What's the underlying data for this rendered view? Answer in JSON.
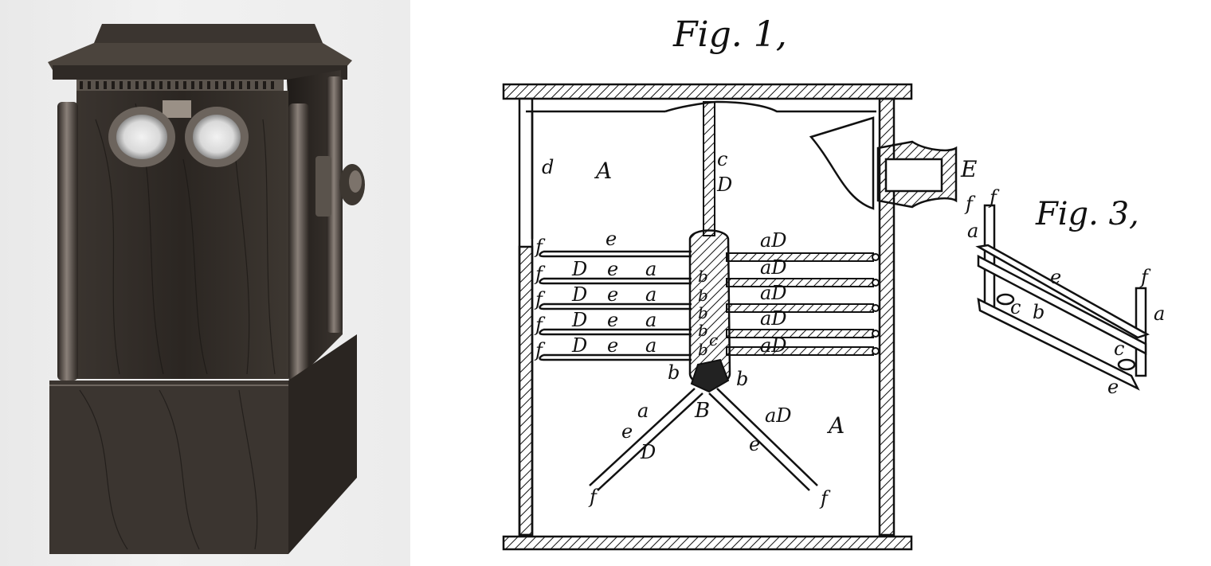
{
  "fig1_caption": "Fig. 1,",
  "fig3_caption": "Fig. 3,",
  "fig1_labels": {
    "d": "d",
    "A_left": "A",
    "c_top": "c",
    "D_top": "D",
    "E": "E",
    "f_E": "f",
    "row1_f": "f",
    "row1_e": "e",
    "row2_f": "f",
    "row2_D": "D",
    "row2_e": "e",
    "row2_a": "a",
    "row3_f": "f",
    "row3_D": "D",
    "row3_e": "e",
    "row3_a": "a",
    "row4_f": "f",
    "row4_D": "D",
    "row4_e": "e",
    "row4_a": "a",
    "row5_f": "f",
    "row5_D": "D",
    "row5_e": "e",
    "row5_a": "a",
    "r1": "aD",
    "r2": "aD",
    "r3": "aD",
    "r4": "aD",
    "r5": "aD",
    "b1": "b",
    "b2": "b",
    "b3": "b",
    "b4": "b",
    "b5": "b",
    "c_mid": "c",
    "bb_left": "b",
    "bb_right": "b",
    "B": "B",
    "ld_a": "a",
    "ld_e": "e",
    "ld_D": "D",
    "ld_f": "f",
    "rd_a": "aD",
    "rd_A": "A",
    "rd_e": "e",
    "rd_f": "f"
  },
  "fig3_labels": {
    "f_top": "f",
    "a_left": "a",
    "e_top": "e",
    "f_right": "f",
    "c_left": "c",
    "b": "b",
    "a_right": "a",
    "c_right": "c",
    "e_bottom": "e"
  },
  "colors": {
    "ink": "#111111",
    "wood_dark": "#2a2622",
    "wood_mid": "#4a443e",
    "photo_bg": "#ececec"
  }
}
